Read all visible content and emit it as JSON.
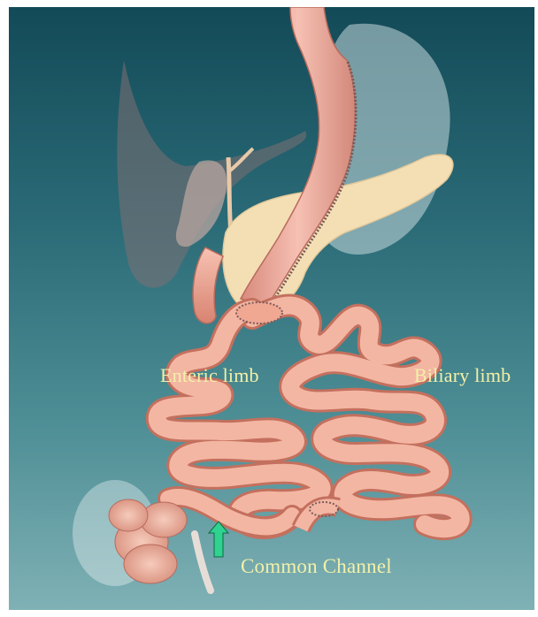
{
  "labels": {
    "enteric_limb": "Enteric limb",
    "biliary_limb": "Biliary limb",
    "common_channel": "Common Channel"
  },
  "colors": {
    "background_top": "#134a58",
    "background_bottom": "#7fb1b5",
    "label_text": "#f3f0a8",
    "intestine": "#f0a893",
    "pancreas": "#f4dfb5",
    "arrow": "#2fd28f"
  }
}
